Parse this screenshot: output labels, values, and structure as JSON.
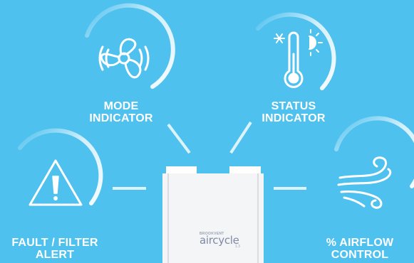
{
  "labels": {
    "mode": [
      "MODE",
      "INDICATOR"
    ],
    "status": [
      "STATUS",
      "INDICATOR"
    ],
    "fault": [
      "FAULT / FILTER",
      "ALERT"
    ],
    "airflow": [
      "% AIRFLOW",
      "CONTROL"
    ]
  },
  "unit": {
    "brand": "BROOKVENT",
    "product": "aircycle",
    "version": "1.3"
  },
  "icons": {
    "mode": "fan-icon",
    "status": "thermometer-sun-snow-icon",
    "fault": "warning-triangle-icon",
    "airflow": "wind-swirl-icon"
  },
  "colors": {
    "background": "#4fc1ef",
    "foreground": "#ffffff",
    "unit_body": "#f4f5f7",
    "brand_text": "#7f8aa3"
  }
}
